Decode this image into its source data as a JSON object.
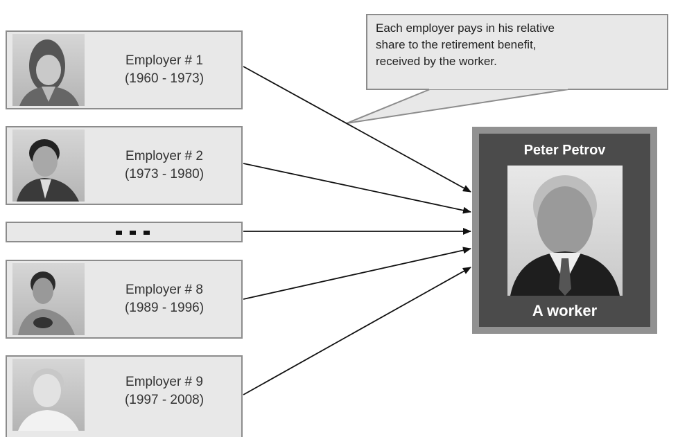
{
  "callout": {
    "lines": [
      "Each employer pays in his relative",
      "share to the retirement benefit,",
      "received by the worker."
    ]
  },
  "employers": [
    {
      "title": "Employer # 1",
      "period": "(1960 - 1973)",
      "photo_icon": "employer-1-portrait-icon"
    },
    {
      "title": "Employer # 2",
      "period": "(1973 - 1980)",
      "photo_icon": "employer-2-portrait-icon"
    },
    {
      "title": "Employer # 8",
      "period": "(1989 - 1996)",
      "photo_icon": "employer-8-portrait-icon"
    },
    {
      "title": "Employer # 9",
      "period": "(1997 - 2008)",
      "photo_icon": "employer-9-portrait-icon"
    }
  ],
  "ellipsis_icon": "ellipsis-icon",
  "worker": {
    "name": "Peter Petrov",
    "label": "A worker",
    "photo_icon": "worker-portrait-icon"
  },
  "colors": {
    "box_fill": "#e8e8e8",
    "box_border": "#8c8c8c",
    "worker_frame": "#919191",
    "worker_panel": "#4b4b4b",
    "arrow": "#111111"
  }
}
